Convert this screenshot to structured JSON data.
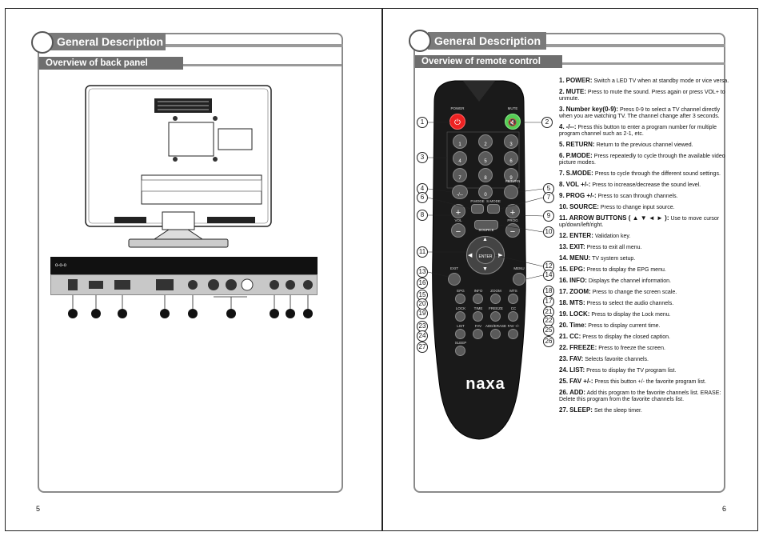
{
  "left_page": {
    "title": "General Description",
    "subtitle": "Overview of back panel",
    "page_number": "5",
    "panel_text": "o-o-o"
  },
  "right_page": {
    "title": "General Description",
    "subtitle": "Overview of remote control",
    "page_number": "6",
    "brand": "naxa",
    "buttons": {
      "power": "POWER",
      "mute": "MUTE",
      "return": "RETURN",
      "dash": "-/--",
      "pmode": "P.MODE",
      "smode": "S.MODE",
      "vol": "VOL",
      "prog": "PROG",
      "source": "SOURCE",
      "enter": "ENTER",
      "exit": "EXIT",
      "menu": "MENU",
      "epg": "EPG",
      "info": "INFO",
      "zoom": "ZOOM",
      "mts": "MTS",
      "lock": "LOCK",
      "time": "TIME",
      "freeze": "FREEZE",
      "cc": "CC",
      "list": "LIST",
      "fav": "FAV",
      "add_erase": "ADD/ERASE",
      "fav_pm": "FAV +/-",
      "sleep": "SLEEP",
      "digits": [
        "1",
        "2",
        "3",
        "4",
        "5",
        "6",
        "7",
        "8",
        "9",
        "0"
      ]
    },
    "descriptions": [
      {
        "n": "1.",
        "t": "POWER:",
        "d": "Switch a LED TV when at standby mode or vice versa."
      },
      {
        "n": "2.",
        "t": "MUTE:",
        "d": "Press to mute the sound. Press again or press VOL+ to unmute."
      },
      {
        "n": "3.",
        "t": "Number key(0-9):",
        "d": "Press 0-9 to select a TV channel directly when you are watching TV. The channel change after 3 seconds."
      },
      {
        "n": "4.",
        "t": "-/--:",
        "d": "Press this button to enter a program number for multiple program channel such as 2-1, etc."
      },
      {
        "n": "5.",
        "t": "RETURN:",
        "d": "Return to the previous channel viewed."
      },
      {
        "n": "6.",
        "t": "P.MODE:",
        "d": "Press repeatedly to cycle through the available video picture modes."
      },
      {
        "n": "7.",
        "t": "S.MODE:",
        "d": "Press to cycle through the different sound settings."
      },
      {
        "n": "8.",
        "t": "VOL +/-:",
        "d": "Press to increase/decrease the sound level."
      },
      {
        "n": "9.",
        "t": "PROG +/-:",
        "d": "Press to scan through channels."
      },
      {
        "n": "10.",
        "t": "SOURCE:",
        "d": "Press to change input source."
      },
      {
        "n": "11.",
        "t": "ARROW BUTTONS ( ▲ ▼ ◄ ► ):",
        "d": "Use to move cursor up/down/left/right."
      },
      {
        "n": "12.",
        "t": "ENTER:",
        "d": "Validation key."
      },
      {
        "n": "13.",
        "t": "EXIT:",
        "d": "Press to exit all menu."
      },
      {
        "n": "14.",
        "t": "MENU:",
        "d": "TV system setup."
      },
      {
        "n": "15.",
        "t": "EPG:",
        "d": "Press to display the EPG menu."
      },
      {
        "n": "16.",
        "t": "INFO:",
        "d": "Displays the channel information."
      },
      {
        "n": "17.",
        "t": "ZOOM:",
        "d": "Press to change the screen scale."
      },
      {
        "n": "18.",
        "t": "MTS:",
        "d": "Press to select the audio channels."
      },
      {
        "n": "19.",
        "t": "LOCK:",
        "d": "Press to display the Lock menu."
      },
      {
        "n": "20.",
        "t": "Time:",
        "d": "Press to display current time."
      },
      {
        "n": "21.",
        "t": "CC:",
        "d": "Press to display the closed caption."
      },
      {
        "n": "22.",
        "t": "FREEZE:",
        "d": "Press to freeze the screen."
      },
      {
        "n": "23.",
        "t": "FAV:",
        "d": "Selects favorite channels."
      },
      {
        "n": "24.",
        "t": "LIST:",
        "d": "Press to display the TV program list."
      },
      {
        "n": "25.",
        "t": "FAV +/-:",
        "d": "Press this button +/- the favorite program list."
      },
      {
        "n": "26.",
        "t": "ADD:",
        "d": "Add this program to the favorite channels list. ERASE: Delete this program from the favorite channels list."
      },
      {
        "n": "27.",
        "t": "SLEEP:",
        "d": "Set the sleep timer."
      }
    ],
    "callouts": [
      "1",
      "2",
      "3",
      "4",
      "5",
      "6",
      "7",
      "8",
      "9",
      "10",
      "11",
      "12",
      "13",
      "14",
      "15",
      "16",
      "17",
      "18",
      "19",
      "20",
      "21",
      "22",
      "23",
      "24",
      "25",
      "26",
      "27"
    ]
  }
}
